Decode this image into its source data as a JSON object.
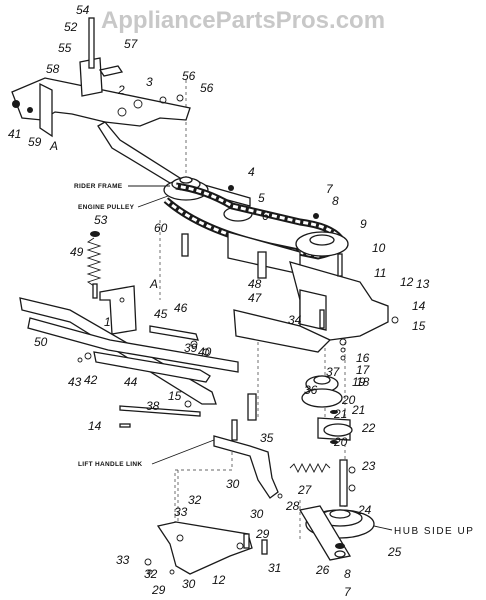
{
  "watermark": "AppliancePartsPros.com",
  "captions": {
    "rider_frame": "RIDER FRAME",
    "engine_pulley": "ENGINE PULLEY",
    "lift_handle_link": "LIFT HANDLE LINK",
    "hub_side_up": "HUB SIDE UP"
  },
  "reference_letters": [
    "A",
    "A"
  ],
  "callouts": [
    "54",
    "52",
    "57",
    "55",
    "58",
    "41",
    "59",
    "3",
    "2",
    "56",
    "56",
    "4",
    "7",
    "8",
    "5",
    "6",
    "9",
    "53",
    "60",
    "49",
    "10",
    "11",
    "12",
    "13",
    "14",
    "15",
    "1",
    "46",
    "48",
    "47",
    "34",
    "45",
    "39",
    "40",
    "16",
    "17",
    "18",
    "50",
    "43",
    "42",
    "44",
    "37",
    "36",
    "19",
    "20",
    "21",
    "15",
    "38",
    "22",
    "14",
    "35",
    "23",
    "30",
    "27",
    "24",
    "32",
    "33",
    "30",
    "29",
    "28",
    "25",
    "26",
    "31",
    "33",
    "32",
    "29",
    "30",
    "12",
    "8",
    "7",
    "21",
    "20"
  ]
}
